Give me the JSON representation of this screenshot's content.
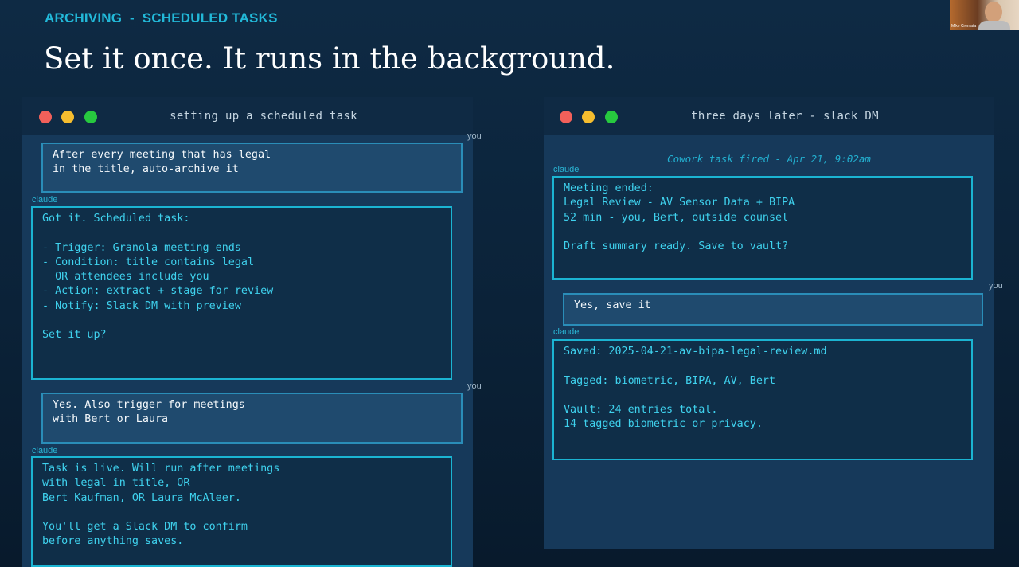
{
  "slide": {
    "eyebrow": "ARCHIVING  -  SCHEDULED TASKS",
    "headline": "Set it once. It runs in the background.",
    "presenter_name": "Mike Cremata"
  },
  "colors": {
    "accent": "#22b8d8",
    "bubble_border": "#1bb4d2",
    "bubble_text": "#3fd2ee",
    "user_bubble_bg": "#1f4a6e"
  },
  "left_window": {
    "title": "setting up a scheduled task",
    "messages": [
      {
        "role": "you",
        "text": "After every meeting that has legal\nin the title, auto-archive it"
      },
      {
        "role": "claude",
        "text": "Got it. Scheduled task:\n\n- Trigger: Granola meeting ends\n- Condition: title contains legal\n  OR attendees include you\n- Action: extract + stage for review\n- Notify: Slack DM with preview\n\nSet it up?"
      },
      {
        "role": "you",
        "text": "Yes. Also trigger for meetings\nwith Bert or Laura"
      },
      {
        "role": "claude",
        "text": "Task is live. Will run after meetings\nwith legal in title, OR\nBert Kaufman, OR Laura McAleer.\n\nYou'll get a Slack DM to confirm\nbefore anything saves."
      }
    ]
  },
  "right_window": {
    "title": "three days later - slack DM",
    "system_message": "Cowork task fired - Apr 21, 9:02am",
    "messages": [
      {
        "role": "claude",
        "text": "Meeting ended:\nLegal Review - AV Sensor Data + BIPA\n52 min - you, Bert, outside counsel\n\nDraft summary ready. Save to vault?"
      },
      {
        "role": "you",
        "text": "Yes, save it"
      },
      {
        "role": "claude",
        "text": "Saved: 2025-04-21-av-bipa-legal-review.md\n\nTagged: biometric, BIPA, AV, Bert\n\nVault: 24 entries total.\n14 tagged biometric or privacy."
      }
    ]
  }
}
